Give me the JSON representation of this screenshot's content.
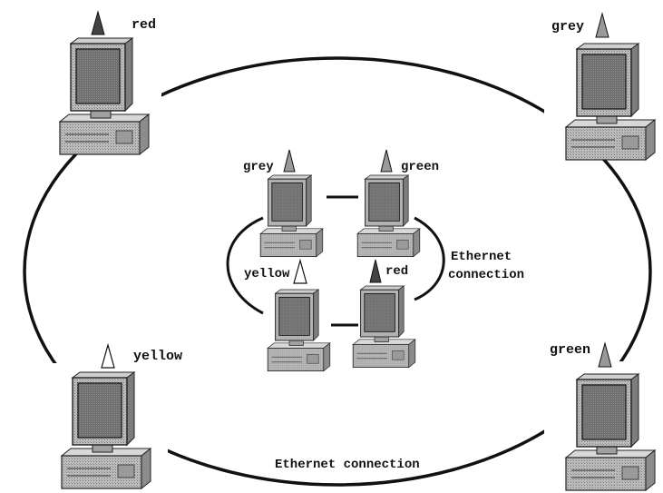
{
  "outer_ring": {
    "computers": [
      {
        "id": "outer-top-left",
        "label": "red",
        "indicator": "dark"
      },
      {
        "id": "outer-top-right",
        "label": "grey",
        "indicator": "grey"
      },
      {
        "id": "outer-bottom-left",
        "label": "yellow",
        "indicator": "white"
      },
      {
        "id": "outer-bottom-right",
        "label": "green",
        "indicator": "grey"
      }
    ],
    "connection_label": "Ethernet connection"
  },
  "inner_ring": {
    "computers": [
      {
        "id": "inner-top-left",
        "label": "grey",
        "indicator": "grey"
      },
      {
        "id": "inner-top-right",
        "label": "green",
        "indicator": "grey"
      },
      {
        "id": "inner-bottom-left",
        "label": "yellow",
        "indicator": "white"
      },
      {
        "id": "inner-bottom-right",
        "label": "red",
        "indicator": "dark"
      }
    ],
    "connection_label_line1": "Ethernet",
    "connection_label_line2": "connection"
  },
  "colors": {
    "line": "#111111",
    "indicator_dark": "#444444",
    "indicator_grey": "#999999",
    "indicator_white": "#ffffff"
  }
}
